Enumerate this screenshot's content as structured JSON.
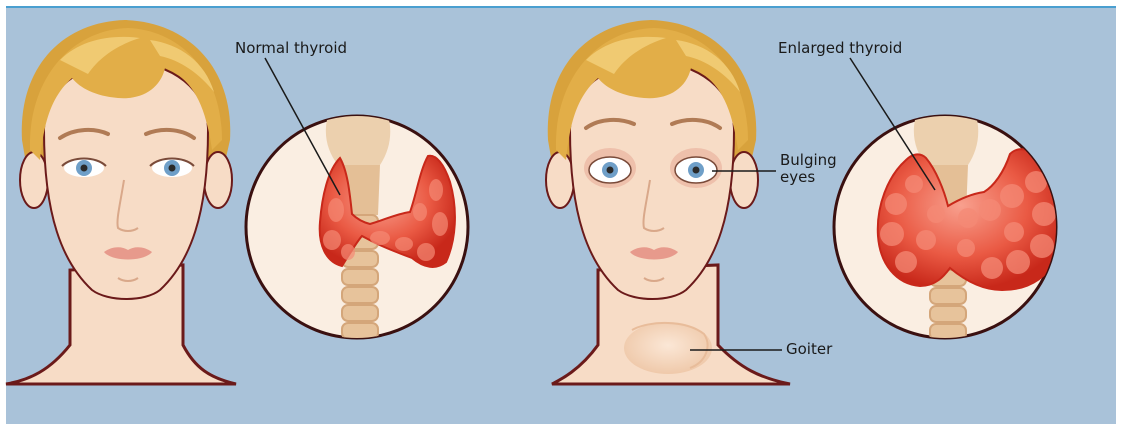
{
  "labels": {
    "normal_thyroid": "Normal thyroid",
    "enlarged_thyroid": "Enlarged thyroid",
    "bulging": "Bulging",
    "eyes": "eyes",
    "goiter": "Goiter"
  },
  "colors": {
    "background": "#a9c2d9",
    "top_border": "#4a9fd0",
    "skin": "#f7dcc6",
    "skin_shadow": "#eec4a8",
    "hair": "#d8a23c",
    "hair_light": "#f0ca72",
    "outline": "#6b1a1a",
    "thyroid": "#e8432e",
    "thyroid_light": "#f58a76",
    "thyroid_dark": "#c8281a",
    "trachea": "#e8c9a6",
    "iris": "#6f9fc8",
    "lips": "#e79a8c",
    "circle_fill": "#faeee2"
  },
  "icons": [
    "woman-face-normal",
    "woman-face-hyperthyroid",
    "thyroid-normal-inset",
    "thyroid-enlarged-inset"
  ]
}
